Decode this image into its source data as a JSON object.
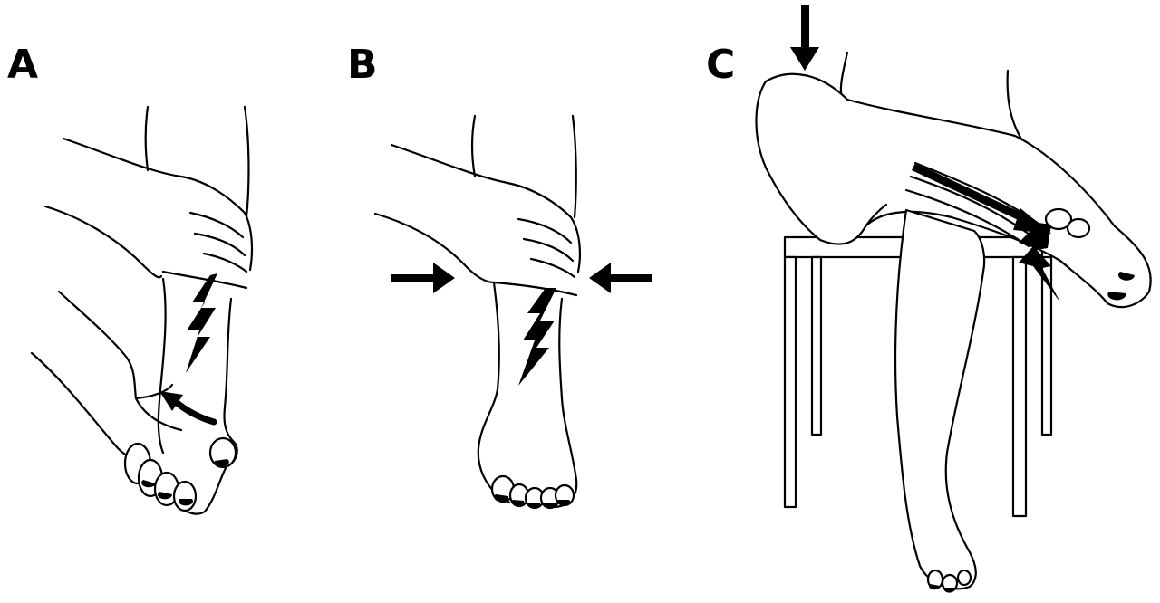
{
  "panels": [
    {
      "label": "A"
    },
    {
      "label": "B"
    },
    {
      "label": "C"
    }
  ],
  "colors": {
    "ink": "#000000",
    "background": "#ffffff"
  },
  "icons": {
    "pain": "lightning-bolt-icon",
    "force": "arrow-icon",
    "rotation": "curved-arrow-icon"
  }
}
